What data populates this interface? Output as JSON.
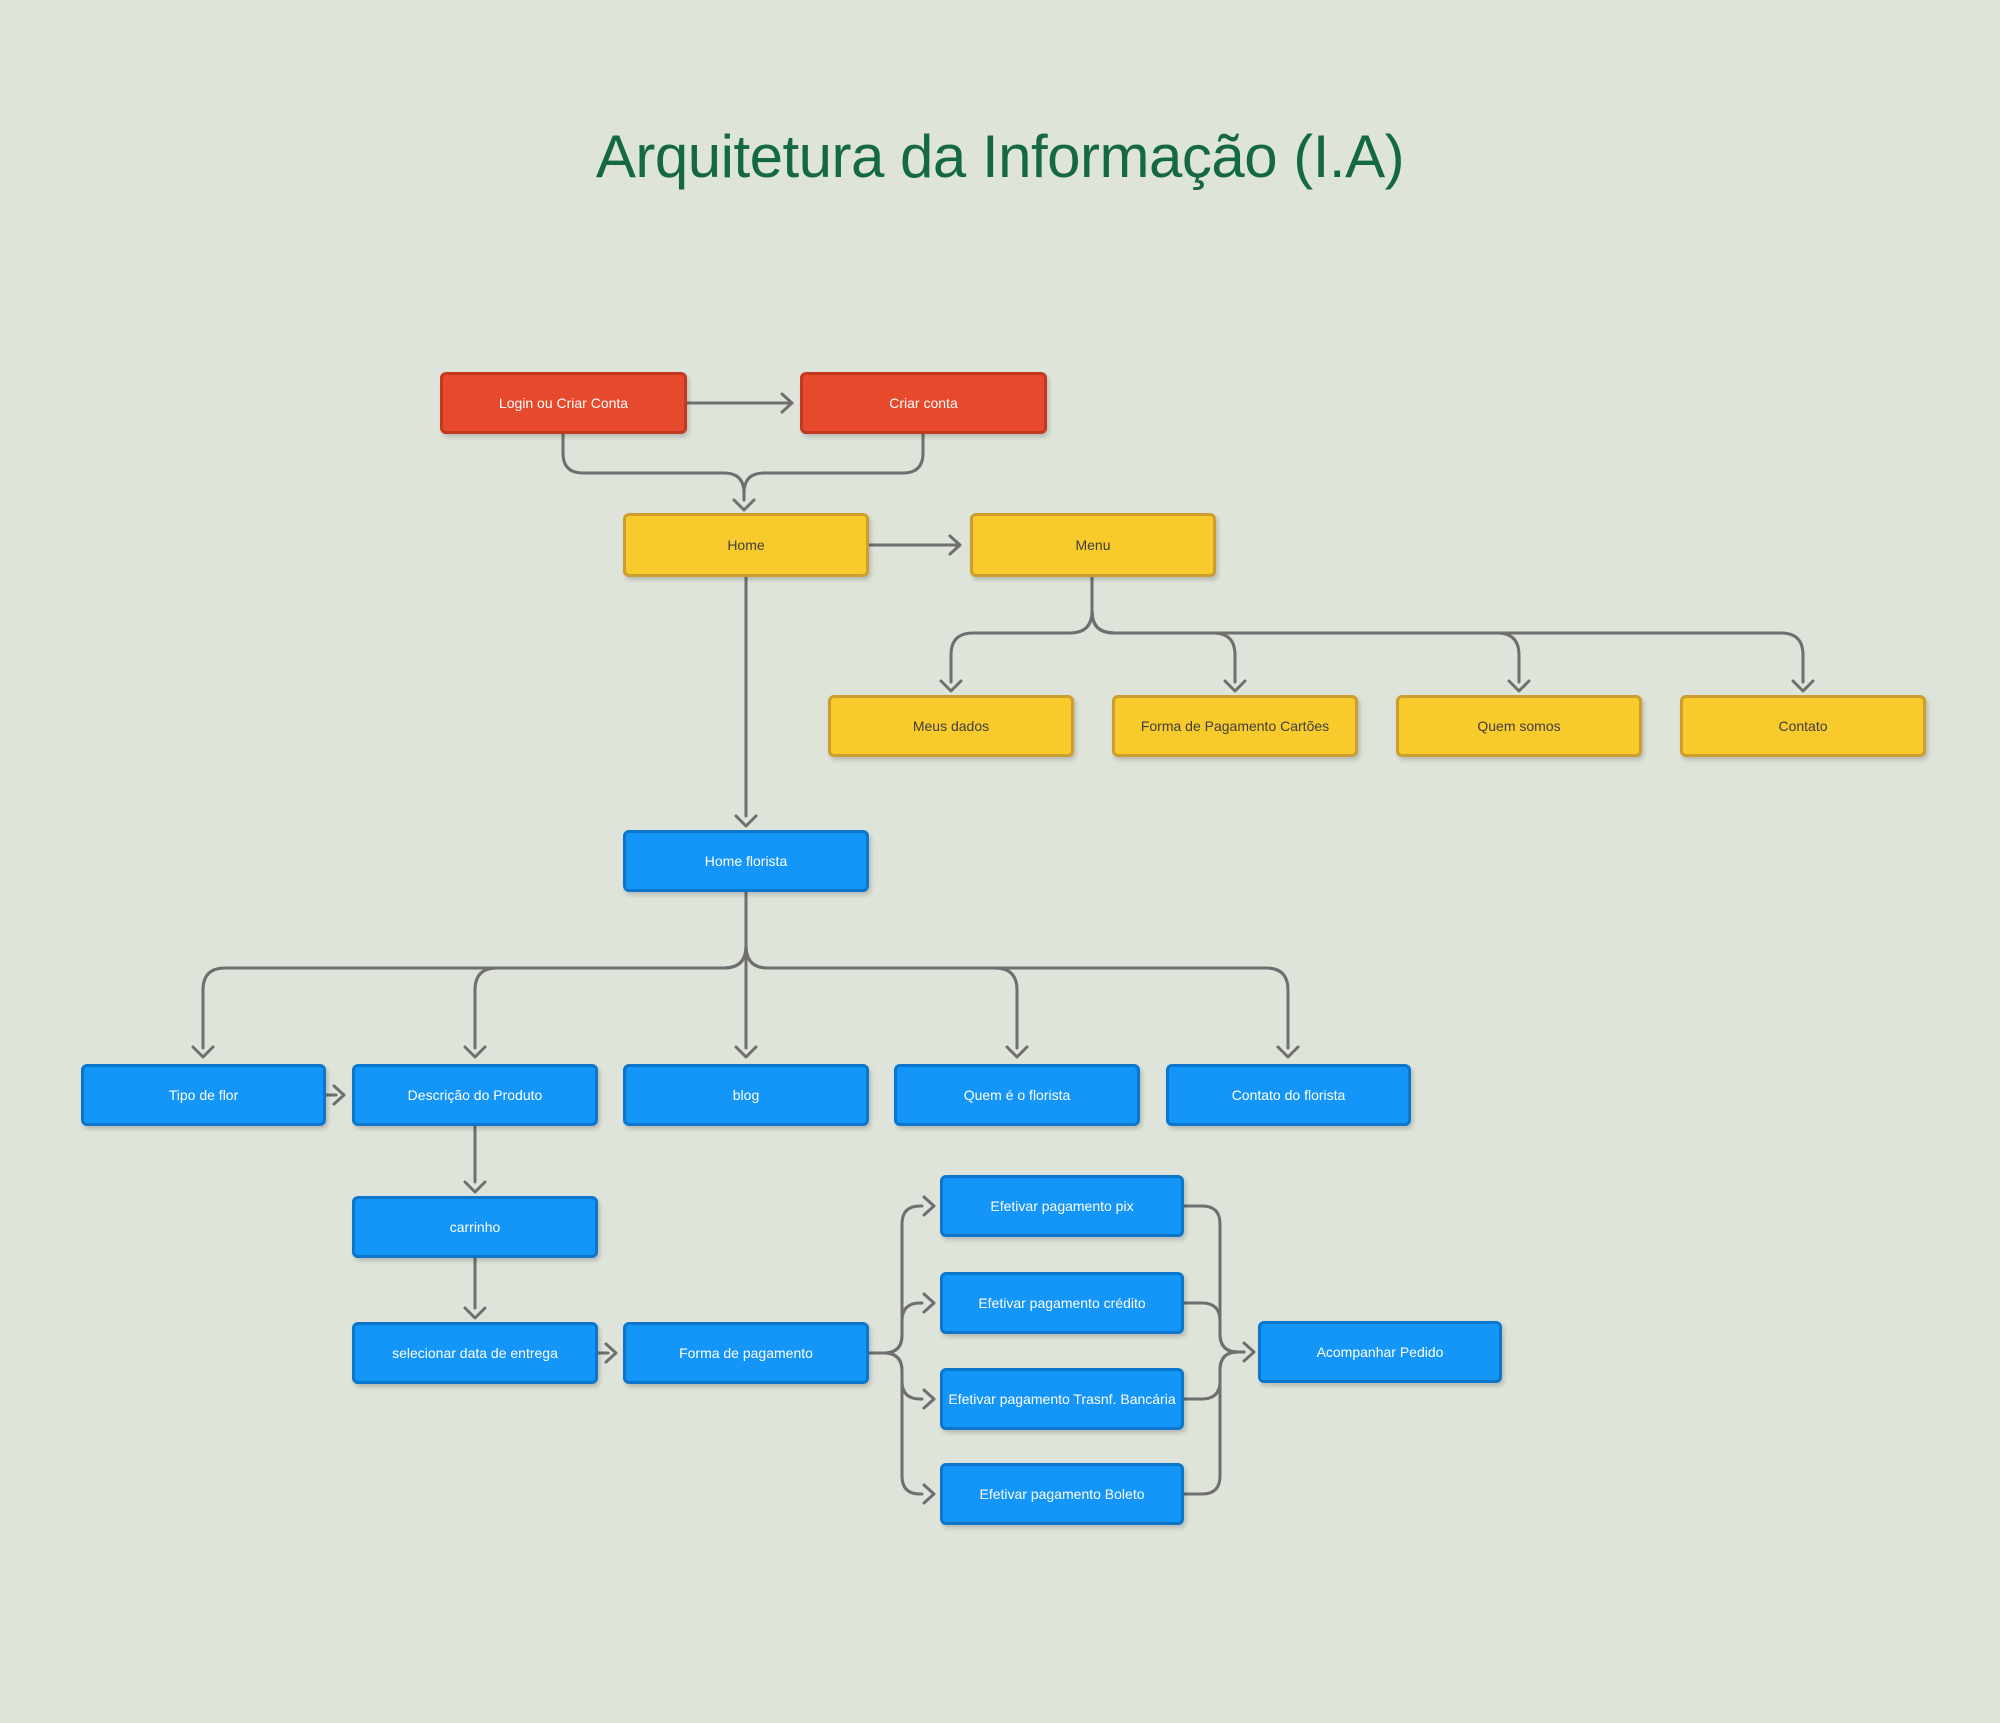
{
  "title": "Arquitetura da Informação (I.A)",
  "colors": {
    "background": "#dfe4da",
    "title_text": "#15693f",
    "red_fill": "#e7492c",
    "red_border": "#c13a1f",
    "red_text": "#ffffff",
    "yellow_fill": "#f9ca2b",
    "yellow_border": "#cb9e2e",
    "yellow_text": "#3f3f3f",
    "blue_fill": "#1495f8",
    "blue_border": "#0b76cc",
    "blue_text": "#ffffff",
    "connector": "#6f6f6f"
  },
  "nodes": {
    "login": {
      "label": "Login ou Criar Conta",
      "color": "red"
    },
    "criar_conta": {
      "label": "Criar conta",
      "color": "red"
    },
    "home": {
      "label": "Home",
      "color": "yellow"
    },
    "menu": {
      "label": "Menu",
      "color": "yellow"
    },
    "meus_dados": {
      "label": "Meus dados",
      "color": "yellow"
    },
    "forma_cartoes": {
      "label": "Forma de Pagamento Cartões",
      "color": "yellow"
    },
    "quem_somos": {
      "label": "Quem somos",
      "color": "yellow"
    },
    "contato": {
      "label": "Contato",
      "color": "yellow"
    },
    "home_florista": {
      "label": "Home florista",
      "color": "blue"
    },
    "tipo_flor": {
      "label": "Tipo de flor",
      "color": "blue"
    },
    "descricao_produto": {
      "label": "Descrição do Produto",
      "color": "blue"
    },
    "blog": {
      "label": "blog",
      "color": "blue"
    },
    "quem_florista": {
      "label": "Quem é o florista",
      "color": "blue"
    },
    "contato_florista": {
      "label": "Contato do florista",
      "color": "blue"
    },
    "carrinho": {
      "label": "carrinho",
      "color": "blue"
    },
    "selecionar_data": {
      "label": "selecionar data de entrega",
      "color": "blue"
    },
    "forma_pagamento": {
      "label": "Forma de pagamento",
      "color": "blue"
    },
    "pag_pix": {
      "label": "Efetivar pagamento pix",
      "color": "blue"
    },
    "pag_credito": {
      "label": "Efetivar pagamento crédito",
      "color": "blue"
    },
    "pag_transf": {
      "label": "Efetivar pagamento Trasnf. Bancária",
      "color": "blue"
    },
    "pag_boleto": {
      "label": "Efetivar pagamento Boleto",
      "color": "blue"
    },
    "acompanhar": {
      "label": "Acompanhar Pedido",
      "color": "blue"
    }
  },
  "edges": [
    {
      "from": "login",
      "to": "criar_conta"
    },
    {
      "from": "login",
      "to": "home"
    },
    {
      "from": "criar_conta",
      "to": "home"
    },
    {
      "from": "home",
      "to": "menu"
    },
    {
      "from": "menu",
      "to": "meus_dados"
    },
    {
      "from": "menu",
      "to": "forma_cartoes"
    },
    {
      "from": "menu",
      "to": "quem_somos"
    },
    {
      "from": "menu",
      "to": "contato"
    },
    {
      "from": "home",
      "to": "home_florista"
    },
    {
      "from": "home_florista",
      "to": "tipo_flor"
    },
    {
      "from": "home_florista",
      "to": "descricao_produto"
    },
    {
      "from": "home_florista",
      "to": "blog"
    },
    {
      "from": "home_florista",
      "to": "quem_florista"
    },
    {
      "from": "home_florista",
      "to": "contato_florista"
    },
    {
      "from": "tipo_flor",
      "to": "descricao_produto"
    },
    {
      "from": "descricao_produto",
      "to": "carrinho"
    },
    {
      "from": "carrinho",
      "to": "selecionar_data"
    },
    {
      "from": "selecionar_data",
      "to": "forma_pagamento"
    },
    {
      "from": "forma_pagamento",
      "to": "pag_pix"
    },
    {
      "from": "forma_pagamento",
      "to": "pag_credito"
    },
    {
      "from": "forma_pagamento",
      "to": "pag_transf"
    },
    {
      "from": "forma_pagamento",
      "to": "pag_boleto"
    },
    {
      "from": "pag_pix",
      "to": "acompanhar"
    },
    {
      "from": "pag_credito",
      "to": "acompanhar"
    },
    {
      "from": "pag_transf",
      "to": "acompanhar"
    },
    {
      "from": "pag_boleto",
      "to": "acompanhar"
    }
  ]
}
